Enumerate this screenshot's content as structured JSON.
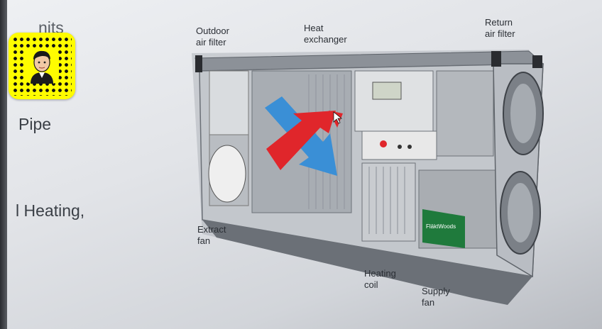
{
  "slide": {
    "left_text": {
      "title_fragment": "nits",
      "line1": "Pipe",
      "line2": "l Heating,"
    }
  },
  "diagram_labels": {
    "outdoor_air_filter": "Outdoor\nair filter",
    "heat_exchanger": "Heat\nexchanger",
    "return_air_filter": "Return\nair filter",
    "extract_fan": "Extract\nfan",
    "heating_coil": "Heating\ncoil",
    "supply_fan": "Supply\nfan"
  },
  "unit_logo": "FläktWoods",
  "colors": {
    "snapcode_yellow": "#fffc00",
    "arrow_blue": "#3a8fd6",
    "arrow_red": "#e0262b",
    "logo_green": "#1f7a3c"
  }
}
